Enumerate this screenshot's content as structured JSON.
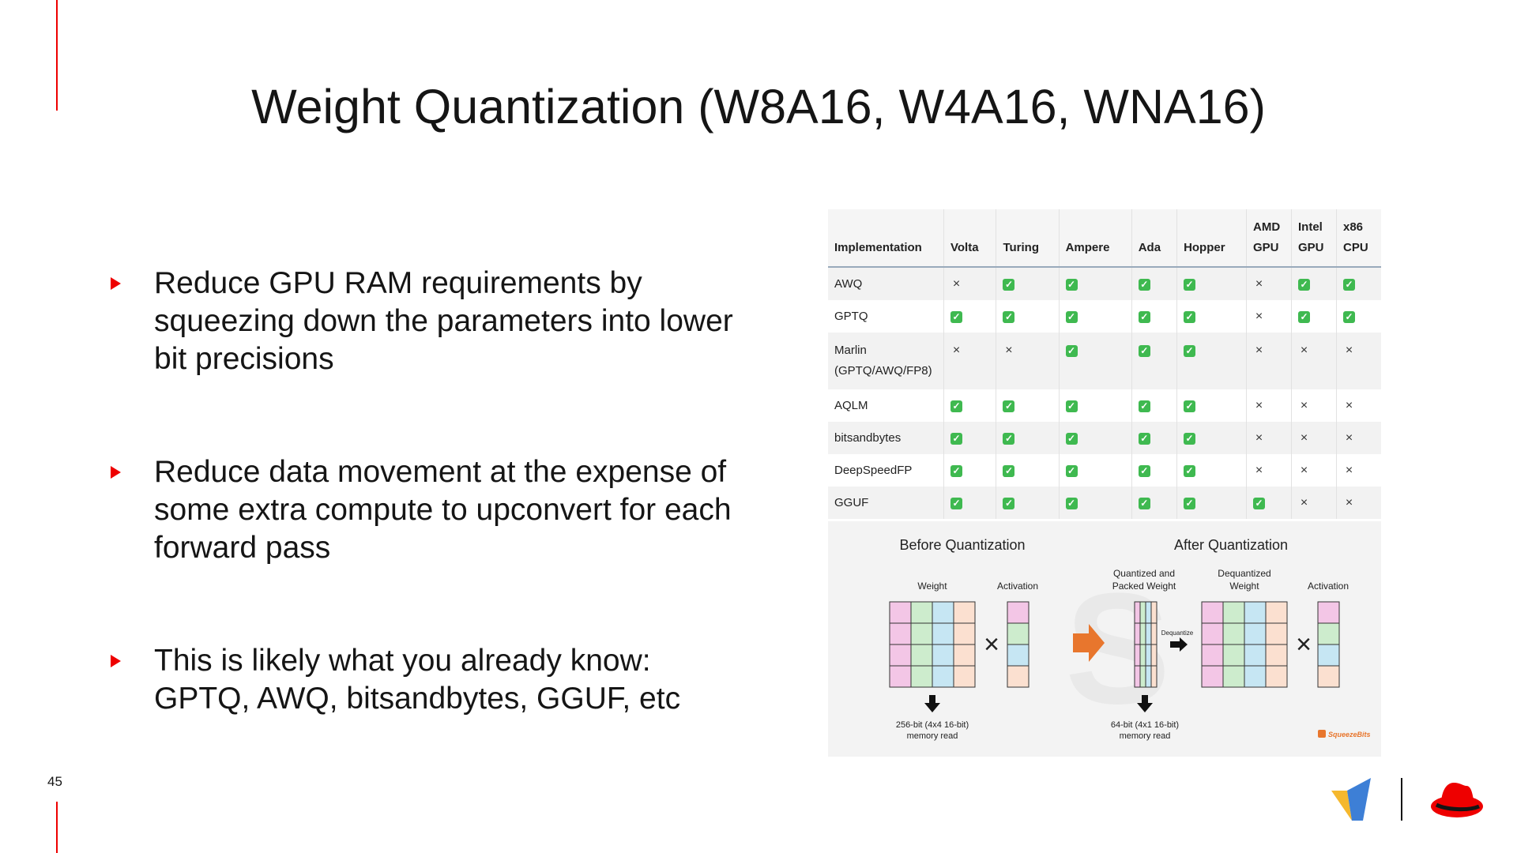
{
  "slide": {
    "title": "Weight Quantization (W8A16, W4A16, WNA16)",
    "page_number": "45"
  },
  "bullets": [
    "Reduce GPU RAM requirements by squeezing down the parameters into lower bit precisions",
    "Reduce data movement at the expense of some extra compute to upconvert for each forward pass",
    "This is likely what you already know: GPTQ, AWQ, bitsandbytes, GGUF, etc"
  ],
  "table": {
    "headers": [
      "Implementation",
      "Volta",
      "Turing",
      "Ampere",
      "Ada",
      "Hopper",
      "AMD GPU",
      "Intel GPU",
      "x86 CPU"
    ],
    "rows": [
      {
        "name": "AWQ",
        "values": [
          "x",
          "v",
          "v",
          "v",
          "v",
          "x",
          "v",
          "v"
        ]
      },
      {
        "name": "GPTQ",
        "values": [
          "v",
          "v",
          "v",
          "v",
          "v",
          "x",
          "v",
          "v"
        ]
      },
      {
        "name": "Marlin (GPTQ/AWQ/FP8)",
        "values": [
          "x",
          "x",
          "v",
          "v",
          "v",
          "x",
          "x",
          "x"
        ]
      },
      {
        "name": "AQLM",
        "values": [
          "v",
          "v",
          "v",
          "v",
          "v",
          "x",
          "x",
          "x"
        ]
      },
      {
        "name": "bitsandbytes",
        "values": [
          "v",
          "v",
          "v",
          "v",
          "v",
          "x",
          "x",
          "x"
        ]
      },
      {
        "name": "DeepSpeedFP",
        "values": [
          "v",
          "v",
          "v",
          "v",
          "v",
          "x",
          "x",
          "x"
        ]
      },
      {
        "name": "GGUF",
        "values": [
          "v",
          "v",
          "v",
          "v",
          "v",
          "v",
          "x",
          "x"
        ]
      }
    ],
    "check_symbol": "✓",
    "cross_symbol": "×"
  },
  "diagram": {
    "before_title": "Before Quantization",
    "after_title": "After Quantization",
    "weight_label": "Weight",
    "activation_label": "Activation",
    "quantized_label_1": "Quantized and",
    "quantized_label_2": "Packed Weight",
    "dequantized_label_1": "Dequantized",
    "dequantized_label_2": "Weight",
    "activation_label_2": "Activation",
    "dequantize_label": "Dequantize",
    "before_read_1": "256-bit (4x4 16-bit)",
    "before_read_2": "memory read",
    "after_read_1": "64-bit (4x1 16-bit)",
    "after_read_2": "memory read",
    "credit": "SqueezeBits"
  },
  "colors": {
    "accent_red": "#ee0000",
    "check_green": "#3fb950",
    "cell_pink": "#f3c6e6",
    "cell_green": "#cdeccd",
    "cell_blue": "#c6e6f3",
    "cell_peach": "#fbe0d0",
    "arrow_orange": "#e8762d"
  }
}
